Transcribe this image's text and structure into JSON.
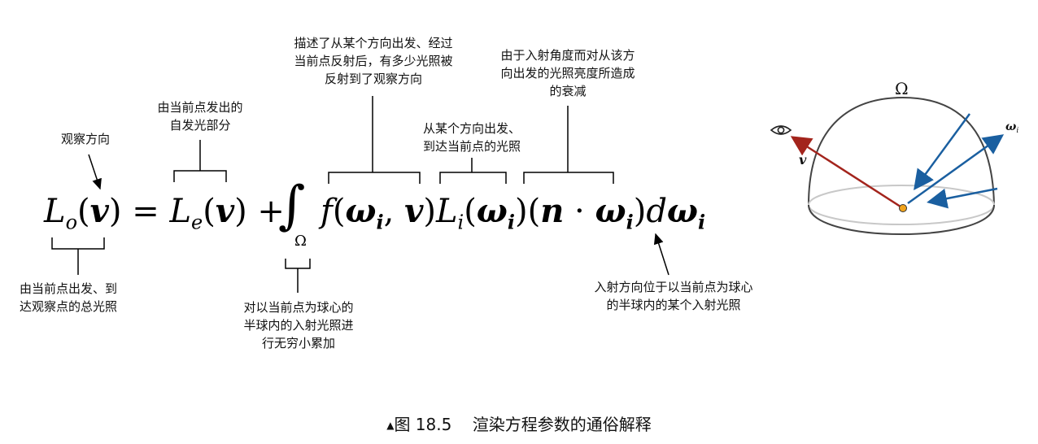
{
  "annotations": {
    "observe_dir": [
      "观察方向"
    ],
    "emitted": [
      "由当前点发出的",
      "自发光部分"
    ],
    "brdf": [
      "描述了从某个方向出发、经过",
      "当前点反射后，有多少光照被",
      "反射到了观察方向"
    ],
    "incoming": [
      "从某个方向出发、",
      "到达当前点的光照"
    ],
    "cosine": [
      "由于入射角度而对从该方",
      "向出发的光照亮度所造成",
      "的衰减"
    ],
    "total": [
      "由当前点出发、到",
      "达观察点的总光照"
    ],
    "integral": [
      "对以当前点为球心的",
      "半球内的入射光照进",
      "行无穷小累加"
    ],
    "domega": [
      "入射方向位于以当前点为球心",
      "的半球内的某个入射光照"
    ]
  },
  "diagram": {
    "omega_label": "Ω",
    "v_label": "v",
    "wi_label": "ω",
    "wi_sub": "i",
    "colors": {
      "view_ray": "#a3241c",
      "incoming_rays": "#1a5fa0",
      "point": "#f0a31c",
      "dome": "#444444"
    }
  },
  "caption": {
    "marker": "▲",
    "figure": "图 18.5",
    "text": "渲染方程参数的通俗解释"
  }
}
